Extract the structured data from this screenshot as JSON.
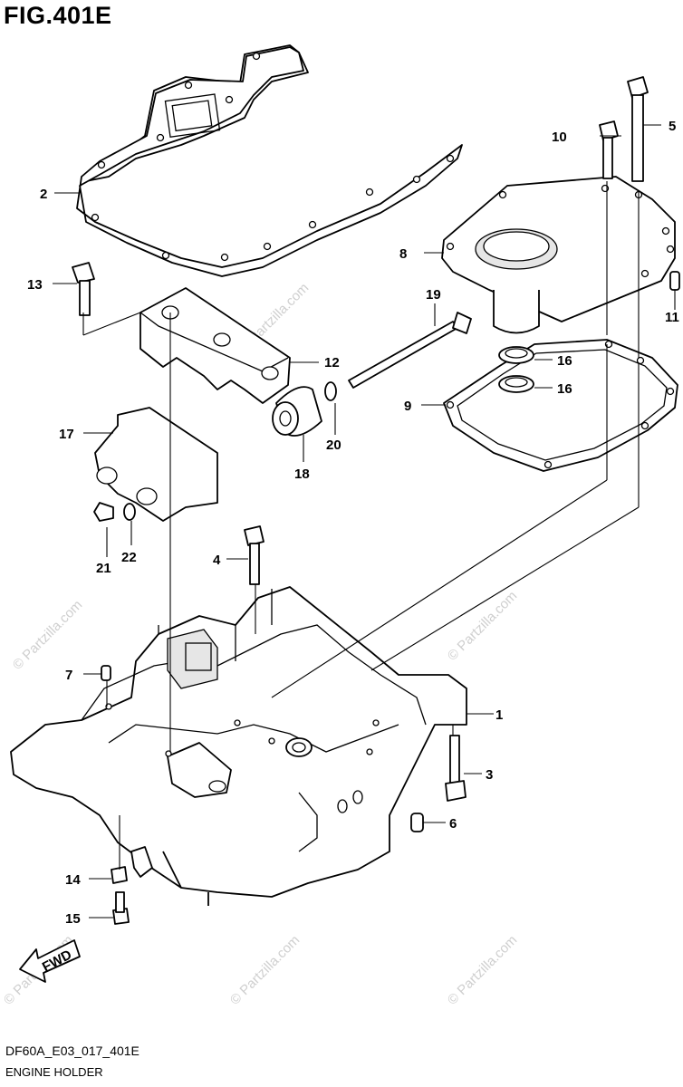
{
  "title": "FIG.401E",
  "diagram_code": "DF60A_E03_017_401E",
  "diagram_name": "ENGINE HOLDER",
  "watermark": "© Partzilla.com",
  "fwd_label": "FWD",
  "callouts": {
    "c1": "1",
    "c2": "2",
    "c3": "3",
    "c4": "4",
    "c5": "5",
    "c6": "6",
    "c7": "7",
    "c8": "8",
    "c9": "9",
    "c10": "10",
    "c11": "11",
    "c12": "12",
    "c13": "13",
    "c14": "14",
    "c15": "15",
    "c16a": "16",
    "c16b": "16",
    "c17": "17",
    "c18": "18",
    "c19": "19",
    "c20": "20",
    "c21": "21",
    "c22": "22"
  }
}
